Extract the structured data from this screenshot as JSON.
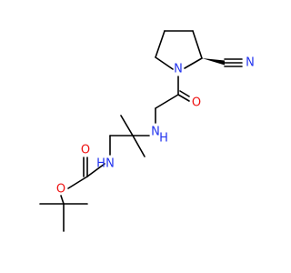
{
  "molecule": {
    "atoms": {
      "nitrile_n": {
        "symbol": "N",
        "color": "#2233ee"
      },
      "ring_n": {
        "symbol": "N",
        "color": "#2233ee"
      },
      "ketone_o": {
        "symbol": "O",
        "color": "#ee1111"
      },
      "amine_nh": {
        "symbol": "N",
        "h": "H",
        "color": "#2233ee"
      },
      "carbamate_nh": {
        "symbol": "N",
        "h": "H",
        "color": "#2233ee"
      },
      "carbamate_o_double": {
        "symbol": "O",
        "color": "#ee1111"
      },
      "carbamate_o_ester": {
        "symbol": "O",
        "color": "#ee1111"
      }
    },
    "colors": {
      "carbon_bond": "#000000",
      "nitrogen": "#2233ee",
      "oxygen": "#ee1111",
      "background": "#ffffff"
    }
  }
}
